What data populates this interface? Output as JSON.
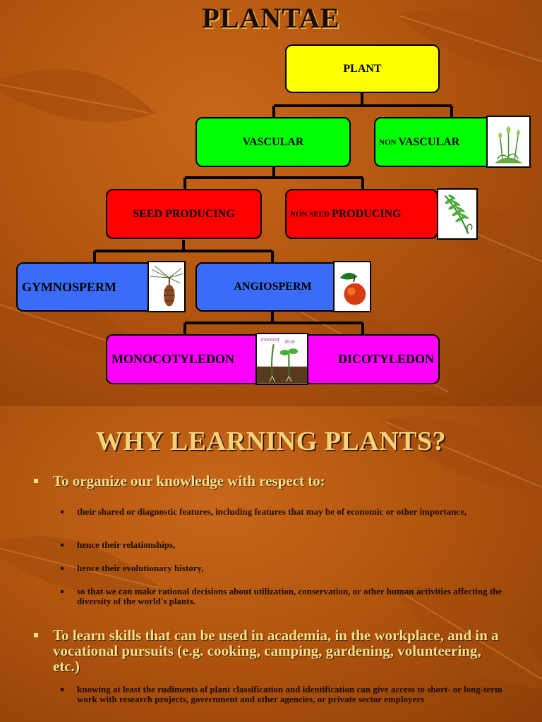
{
  "slide1": {
    "title": "PLANTAE",
    "nodes": {
      "plant": "PLANT",
      "vascular": "VASCULAR",
      "nonvascular_prefix": "NON",
      "nonvascular": "VASCULAR",
      "seed_producing": "SEED PRODUCING",
      "nonseed_prefix": "NON SEED",
      "nonseed": "PRODUCING",
      "gymnosperm": "GYMNOSPERM",
      "angiosperm": "ANGIOSPERM",
      "monocotyledon": "MONOCOTYLEDON",
      "dicotyledon": "DICOTYLEDON"
    },
    "seedling_labels": {
      "monocot": "monocot",
      "dicot": "dicot"
    },
    "colors": {
      "plant": "#ffff00",
      "vascular": "#00ff00",
      "seed": "#ff0000",
      "sperm": "#3b6cf7",
      "cotyledon": "#ff00ff"
    },
    "icons": [
      "moss-icon",
      "fern-icon",
      "pinecone-icon",
      "apple-icon",
      "seedling-icon"
    ]
  },
  "slide2": {
    "title": "WHY LEARNING PLANTS?",
    "bullets": [
      {
        "text": "To organize our knowledge with respect to:",
        "sub": [
          "their shared or diagnostic features, including features that may be of economic or other importance,",
          "hence their relationships,",
          "hence their evolutionary history,",
          "so that we can make rational decisions about utilization, conservation, or other human activities affecting the diversity of the world's plants."
        ]
      },
      {
        "text": "To learn skills that can be used in academia, in the workplace, and in a vocational pursuits (e.g. cooking, camping, gardening, volunteering, etc.)",
        "sub": [
          "knowing at least the rudiments of plant classification and identification can give access to short- or long-term work with research projects, government and other agencies, or private sector employers"
        ]
      }
    ]
  }
}
